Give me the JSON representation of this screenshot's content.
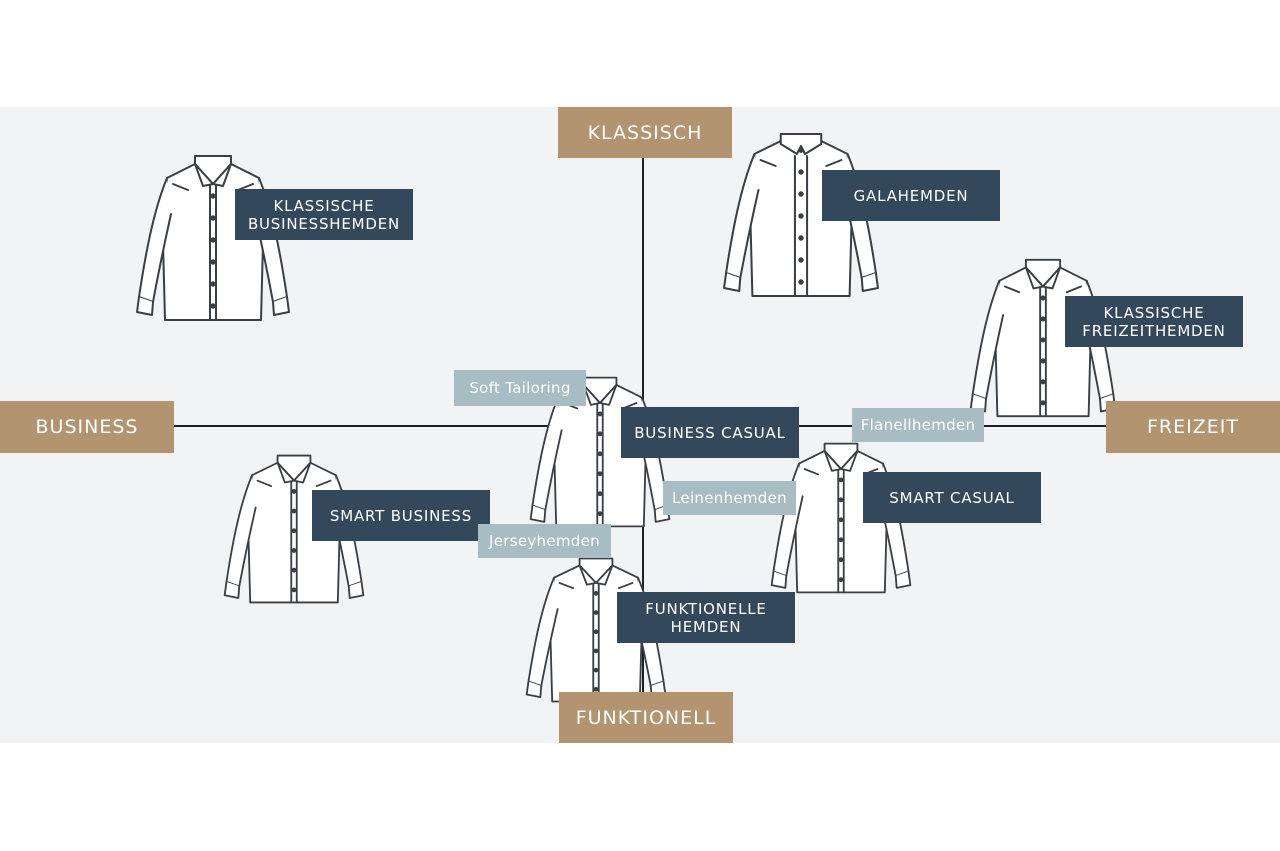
{
  "axes": {
    "top": "KLASSISCH",
    "left": "BUSINESS",
    "right": "FREIZEIT",
    "bottom": "FUNKTIONELL"
  },
  "categories": {
    "klassische_businesshemden": "KLASSISCHE\nBUSINESSHEMDEN",
    "galahemden": "GALAHEMDEN",
    "klassische_freizeithemden": "KLASSISCHE\nFREIZEITHEMDEN",
    "business_casual": "BUSINESS CASUAL",
    "smart_business": "SMART BUSINESS",
    "smart_casual": "SMART CASUAL",
    "funktionelle_hemden": "FUNKTIONELLE\nHEMDEN"
  },
  "subtypes": {
    "soft_tailoring": "Soft Tailoring",
    "flanellhemden": "Flanellhemden",
    "leinenhemden": "Leinenhemden",
    "jerseyhemden": "Jerseyhemden"
  },
  "colors": {
    "axis_label": "#b39471",
    "category_label": "#33485b",
    "subtype_label": "#a8bcc3",
    "background": "#f1f3f4"
  }
}
